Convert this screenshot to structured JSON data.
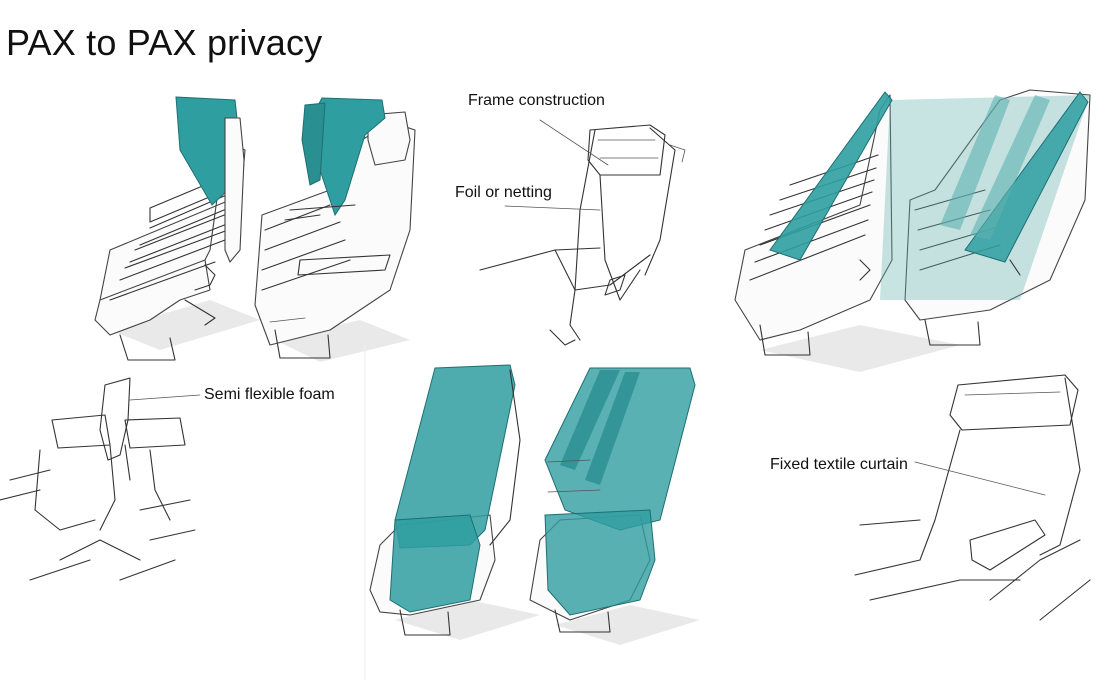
{
  "title": "PAX to PAX privacy",
  "labels": {
    "frame_construction": "Frame construction",
    "foil_or_netting": "Foil or netting",
    "semi_flexible_foam": "Semi flexible foam",
    "fixed_textile_curtain": "Fixed textile curtain"
  },
  "colors": {
    "divider_teal": "#2f9ea0",
    "divider_teal_dark": "#237f82",
    "translucent_teal": "#5fb3b0",
    "sketch_line": "#333333",
    "background": "#ffffff"
  }
}
